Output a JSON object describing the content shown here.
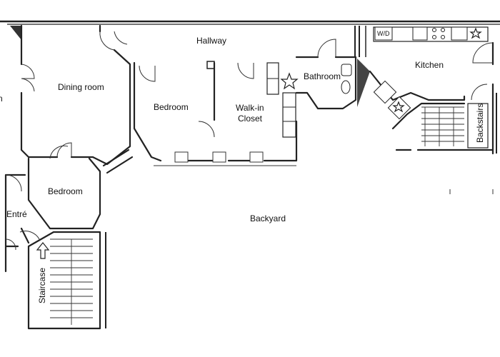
{
  "rooms": {
    "hallway": "Hallway",
    "dining_room": "Dining room",
    "bedroom_top": "Bedroom",
    "walk_in_line1": "Walk-in",
    "walk_in_line2": "Closet",
    "bathroom": "Bathroom",
    "kitchen": "Kitchen",
    "backstairs": "Backstairs",
    "bedroom_lower": "Bedroom",
    "entre": "Entré",
    "backyard": "Backyard",
    "staircase": "Staircase",
    "cut_off_label": "n"
  },
  "appliances": {
    "washer_dryer": "W/D"
  },
  "icons": {
    "stove": "stove-burners-icon",
    "star": "star-icon",
    "arrow": "up-arrow-icon"
  }
}
